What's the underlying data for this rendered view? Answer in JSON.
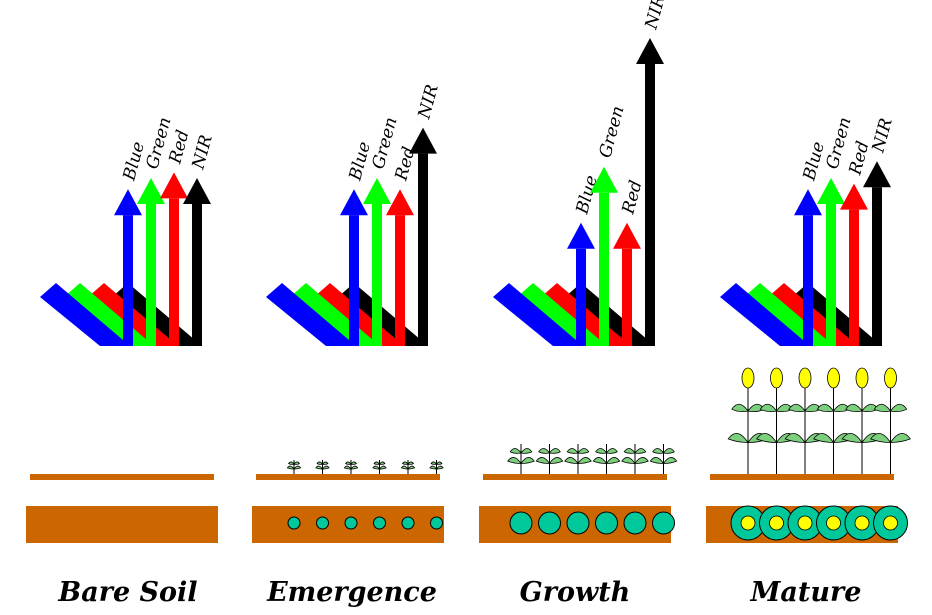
{
  "colors": {
    "blue": "#0000ff",
    "green": "#00ff00",
    "red": "#ff0000",
    "nir": "#000000",
    "soil": "#cc6600",
    "plant_circle": "#00c89a",
    "fruit": "#ffff00"
  },
  "band_labels": [
    "Blue",
    "Green",
    "Red",
    "NIR"
  ],
  "stages": [
    {
      "name": "Bare Soil",
      "reflectance": {
        "blue": 0.28,
        "green": 0.3,
        "red": 0.31,
        "nir": 0.3
      },
      "plant_count": 0,
      "plant_size": "none"
    },
    {
      "name": "Emergence",
      "reflectance": {
        "blue": 0.28,
        "green": 0.3,
        "red": 0.28,
        "nir": 0.39
      },
      "plant_count": 6,
      "plant_size": "small"
    },
    {
      "name": "Growth",
      "reflectance": {
        "blue": 0.22,
        "green": 0.32,
        "red": 0.22,
        "nir": 0.55
      },
      "plant_count": 6,
      "plant_size": "medium"
    },
    {
      "name": "Mature",
      "reflectance": {
        "blue": 0.28,
        "green": 0.3,
        "red": 0.29,
        "nir": 0.33
      },
      "plant_count": 6,
      "plant_size": "large"
    }
  ]
}
